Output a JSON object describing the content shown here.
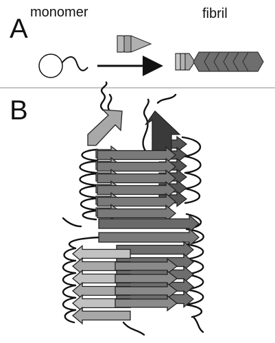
{
  "panel_a": {
    "letter": "A",
    "monomer_label": "monomer",
    "fibril_label": "fibril"
  },
  "panel_b": {
    "letter": "B"
  },
  "colors": {
    "dark_gray": "#555555",
    "mid_gray": "#7a7a7a",
    "light_gray": "#a8a8a8",
    "lighter_gray": "#c2c2c2",
    "line": "#111111",
    "divider": "#888888"
  }
}
